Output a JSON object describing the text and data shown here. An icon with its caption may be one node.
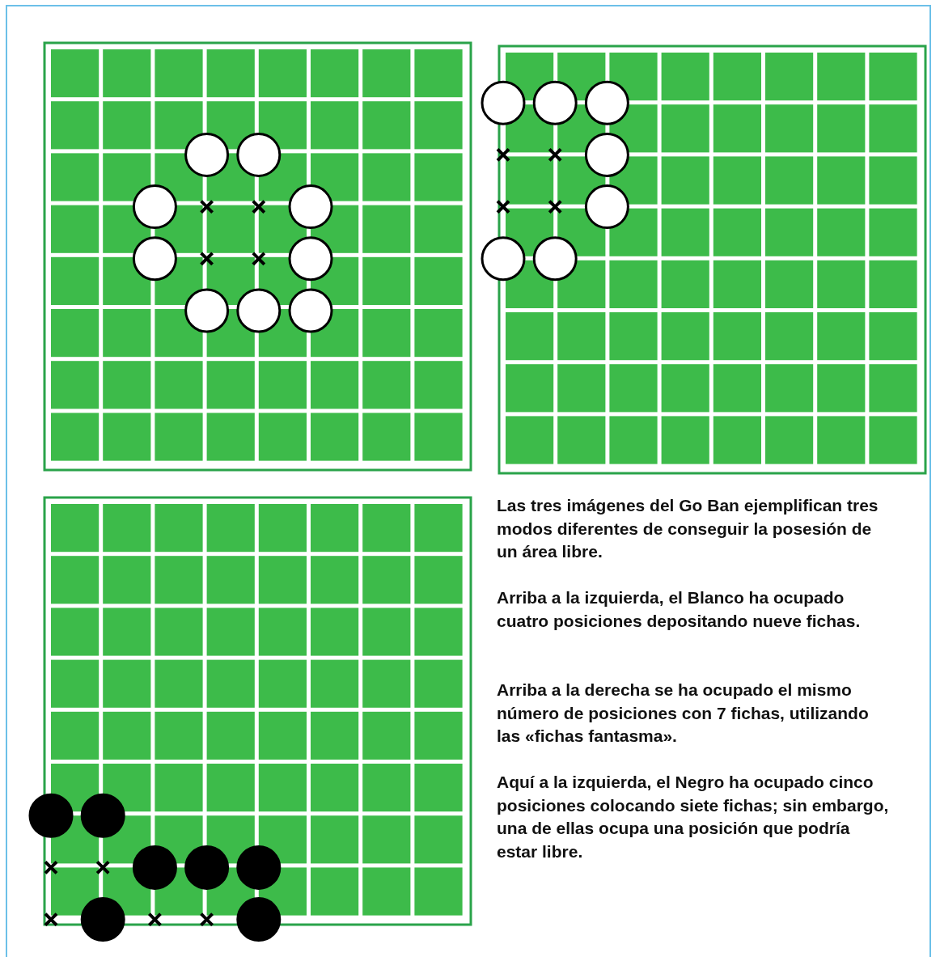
{
  "diagram": {
    "labels": [
      "Las tres imágenes del Go Ban ejemplifican tres modos diferentes de conseguir la posesión de un área libre.",
      "Arriba a la izquierda, el Blanco ha ocupado cuatro posiciones depositando nueve fichas.",
      "Arriba a la derecha se ha ocupado el mismo número de posiciones con 7 fichas, utilizando las «fichas fantasma».",
      "Aquí a la izquierda, el Negro ha ocupado cinco posiciones colocando siete fichas; sin embargo, una de ellas ocupa una posición que podría estar libre."
    ]
  }
}
